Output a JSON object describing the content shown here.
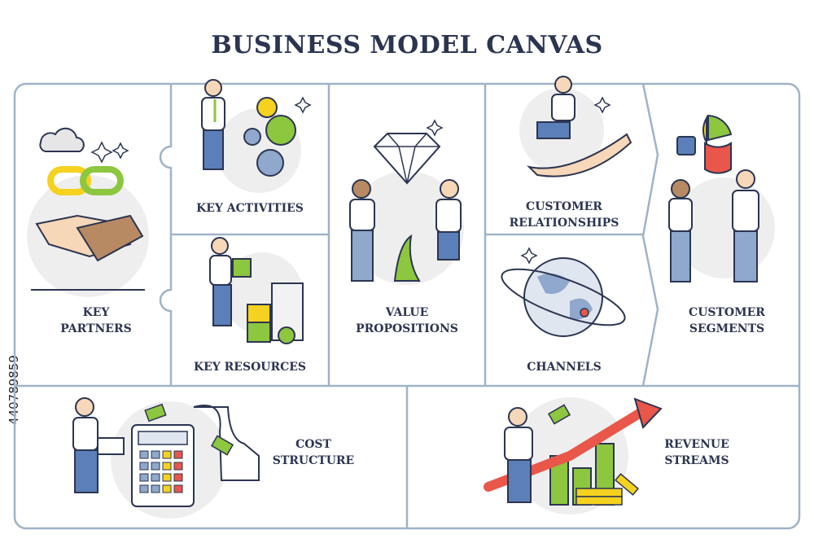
{
  "title": "BUSINESS MODEL CANVAS",
  "stock_id": "440789859",
  "blocks": {
    "key_partners": [
      "KEY",
      "PARTNERS"
    ],
    "key_activities": [
      "KEY ACTIVITIES"
    ],
    "key_resources": [
      "KEY RESOURCES"
    ],
    "value_propositions": [
      "VALUE",
      "PROPOSITIONS"
    ],
    "customer_relationships": [
      "CUSTOMER",
      "RELATIONSHIPS"
    ],
    "channels": [
      "CHANNELS"
    ],
    "customer_segments": [
      "CUSTOMER",
      "SEGMENTS"
    ],
    "cost_structure": [
      "COST",
      "STRUCTURE"
    ],
    "revenue_streams": [
      "REVENUE",
      "STREAMS"
    ]
  },
  "colors": {
    "title": "#2b3552",
    "frame": "#9fb3c8",
    "accent_green": "#8dc63f",
    "accent_yellow": "#f5d21f",
    "accent_blue": "#5b7fb8",
    "accent_red": "#e8574a"
  }
}
